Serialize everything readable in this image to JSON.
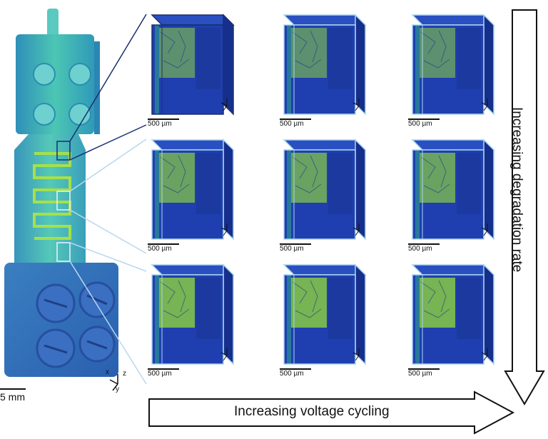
{
  "figure": {
    "device_scale_label": "5 mm",
    "tile_scale_label": "500 µm",
    "axis_x": "x",
    "axis_y": "y",
    "axis_z": "z",
    "horizontal_arrow_label": "Increasing voltage cycling",
    "vertical_arrow_label": "Increasing degradation rate"
  },
  "grid": {
    "rows": 3,
    "cols": 3
  },
  "colors": {
    "volume_blue": "#1f3fb0",
    "volume_deep": "#162f8c",
    "crack_green": "#8fd43a",
    "device_teal": "#3bb8b0",
    "frame_light": "#a9d6f0"
  }
}
